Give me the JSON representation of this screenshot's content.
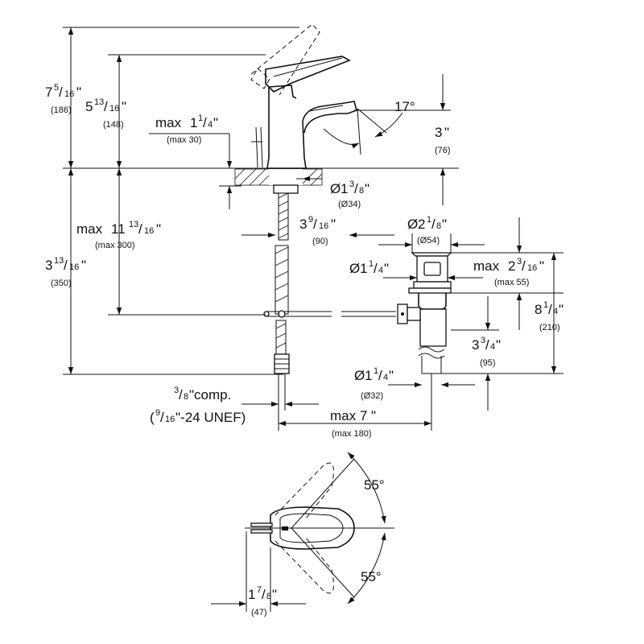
{
  "dimensions": {
    "overall_height": {
      "whole": "7",
      "num": "5",
      "den": "16",
      "unit": "\"",
      "metric": "(186)"
    },
    "spout_height": {
      "whole": "5",
      "num": "13",
      "den": "16",
      "unit": "\"",
      "metric": "(148)"
    },
    "deck_thickness": {
      "prefix": "max",
      "whole": "1",
      "num": "1",
      "den": "4",
      "unit": "\"",
      "metric": "(max 30)"
    },
    "spout_angle": "17°",
    "spout_reach_height": {
      "whole": "3",
      "unit": "\"",
      "metric": "(76)"
    },
    "mount_hole": {
      "prefix": "Ø",
      "whole": "1",
      "num": "3",
      "den": "8",
      "unit": "\"",
      "metric": "(Ø34)"
    },
    "hose_length": {
      "prefix": "max",
      "whole": "11",
      "num": "13",
      "den": "16",
      "unit": "\"",
      "metric": "(max 300)"
    },
    "supply_length": {
      "whole": "3",
      "num": "13",
      "den": "16",
      "unit": "\"",
      "metric": "(350)"
    },
    "rod_offset": {
      "whole": "3",
      "num": "9",
      "den": "16",
      "unit": "\"",
      "metric": "(90)"
    },
    "drain_flange": {
      "prefix": "Ø",
      "whole": "2",
      "num": "1",
      "den": "8",
      "unit": "\"",
      "metric": "(Ø54)"
    },
    "drain_body": {
      "prefix": "Ø",
      "whole": "1",
      "num": "1",
      "den": "4",
      "unit": "\""
    },
    "basin_thickness": {
      "prefix": "max",
      "whole": "2",
      "num": "3",
      "den": "16",
      "unit": "\"",
      "metric": "(max 55)"
    },
    "drain_height": {
      "whole": "8",
      "num": "1",
      "den": "4",
      "unit": "\"",
      "metric": "(210)"
    },
    "tailpiece_offset": {
      "whole": "3",
      "num": "3",
      "den": "4",
      "unit": "\"",
      "metric": "(95)"
    },
    "tailpiece_dia": {
      "prefix": "Ø",
      "whole": "1",
      "num": "1",
      "den": "4",
      "unit": "\"",
      "metric": "(Ø32)"
    },
    "connection": {
      "num": "3",
      "den": "8",
      "text": "\"comp."
    },
    "thread": {
      "open": "(",
      "num": "9",
      "den": "16",
      "text": "\"-24 UNEF)"
    },
    "max_span": {
      "label": "max 7 \"",
      "metric": "(max 180)"
    },
    "swing_angle_top": "55°",
    "swing_angle_bottom": "55°",
    "lever_offset": {
      "whole": "1",
      "num": "7",
      "den": "8",
      "unit": "\"",
      "metric": "(47)"
    }
  }
}
